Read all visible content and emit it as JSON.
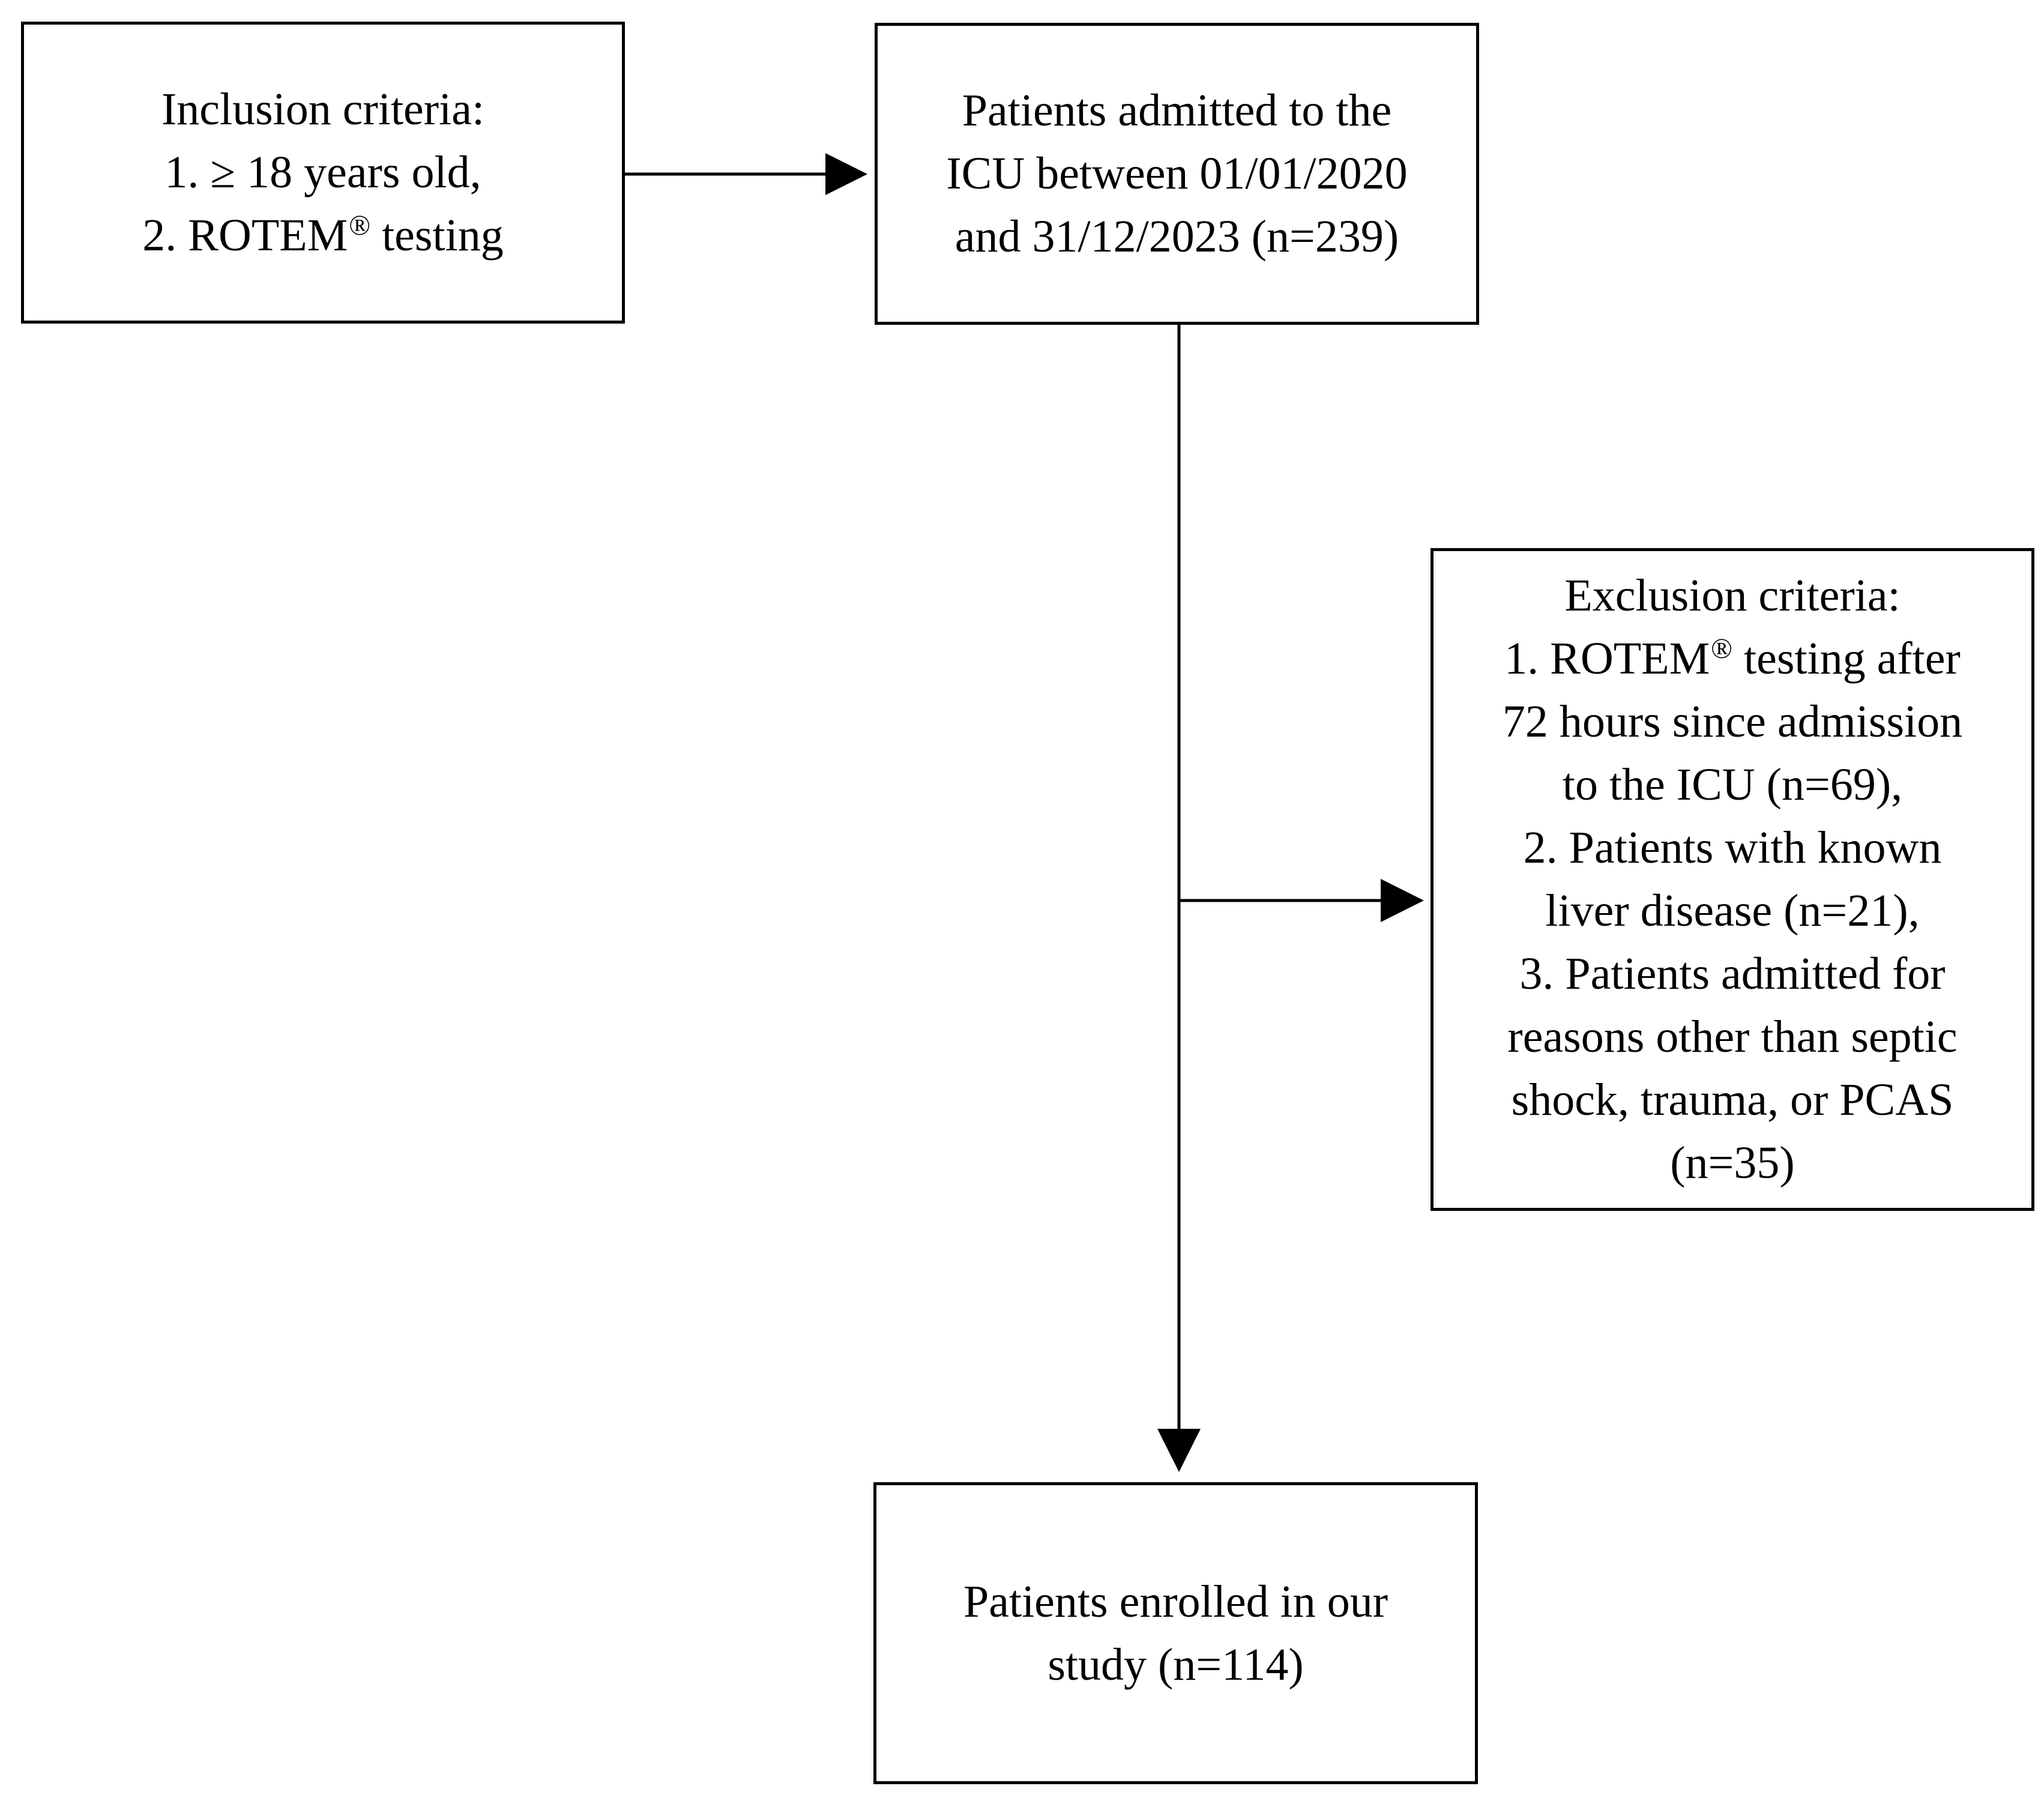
{
  "inclusion": {
    "line1": "Inclusion criteria:",
    "line2": "1. ≥ 18 years old,",
    "line3_pre": "2. ROTEM",
    "line3_sup": "®",
    "line3_post": " testing"
  },
  "admitted": {
    "line1": "Patients admitted to the",
    "line2": "ICU between 01/01/2020",
    "line3": "and 31/12/2023 (n=239)"
  },
  "exclusion": {
    "line1": "Exclusion criteria:",
    "line2_pre": "1. ROTEM",
    "line2_sup": "®",
    "line2_post": " testing after",
    "line3": "72 hours since admission",
    "line4": "to the ICU (n=69),",
    "line5": "2. Patients with known",
    "line6": "liver disease (n=21),",
    "line7": "3. Patients admitted for",
    "line8": "reasons other than septic",
    "line9": "shock, trauma, or PCAS",
    "line10": "(n=35)"
  },
  "enrolled": {
    "line1": "Patients enrolled in our",
    "line2": "study (n=114)"
  }
}
